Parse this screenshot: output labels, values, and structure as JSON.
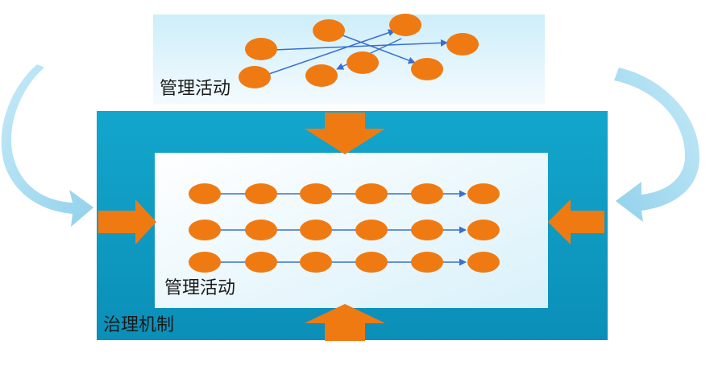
{
  "labels": {
    "top_panel": "管理活动",
    "inner_panel": "管理活动",
    "outer_panel": "治理机制"
  },
  "colors": {
    "node": "#f07a12",
    "arrow_block": "#f07a12",
    "connector": "#3a6fd0",
    "outer_panel": "#0f9cc4",
    "top_panel": "#dff3fb",
    "inner_panel": "#eef8fc",
    "curved_arrow": "#9fd8ef"
  },
  "icons": [
    "scattered-node",
    "grid-node",
    "block-arrow-down",
    "block-arrow-up",
    "block-arrow-right",
    "block-arrow-left",
    "curved-arrow"
  ]
}
